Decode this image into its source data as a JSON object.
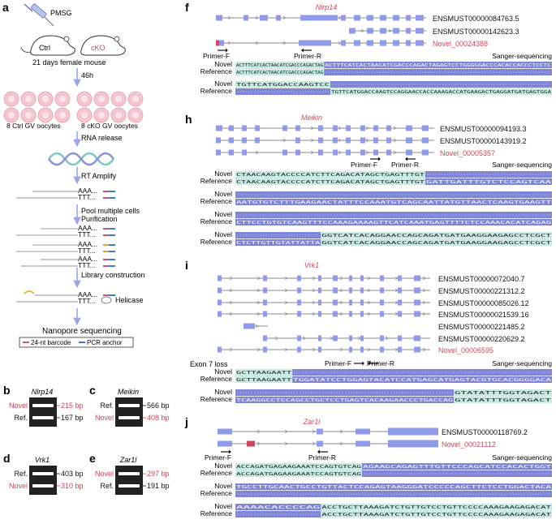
{
  "panel_a": {
    "letter": "a",
    "pmsg": "PMSG",
    "ctrl": "Ctrl",
    "cko": "cKO",
    "mouse_caption": "21 days female mouse",
    "time": "46h",
    "ctrl_oocytes": "8 Ctrl GV oocytes",
    "cko_oocytes": "8 cKO GV oocytes",
    "rna_release": "RNA release",
    "rt_amplify": "RT Amplify",
    "aaa": "AAA...",
    "ttt": "TTT...",
    "pool_1": "Pool multiple cells",
    "pool_2": "Purification",
    "library": "Library construction",
    "helicase": "Helicase",
    "nanopore": "Nanopore sequencing",
    "legend_barcode": "24-nt barcode",
    "legend_anchor": "PCR anchor",
    "colors": {
      "barcode": "#d9507a",
      "anchor": "#3a7bd5",
      "arrow": "#9aa6e8",
      "oocyte": "#f3b8c4"
    }
  },
  "gels": [
    {
      "letter": "b",
      "gene": "Nlrp14",
      "top_label": "Novel",
      "top_size": "215 bp",
      "bottom_label": "Ref.",
      "bottom_size": "167 bp",
      "top_is_novel": true
    },
    {
      "letter": "c",
      "gene": "Meikin",
      "top_label": "Ref.",
      "top_size": "566 bp",
      "bottom_label": "Novel",
      "bottom_size": "408 bp",
      "top_is_novel": false
    },
    {
      "letter": "d",
      "gene": "Vrk1",
      "top_label": "Ref.",
      "top_size": "403 bp",
      "bottom_label": "Novel",
      "bottom_size": "310 bp",
      "top_is_novel": false
    },
    {
      "letter": "e",
      "gene": "Zar1l",
      "top_label": "Novel",
      "top_size": "297 bp",
      "bottom_label": "Ref.",
      "bottom_size": "191 bp",
      "top_is_novel": true
    }
  ],
  "panel_f": {
    "letter": "f",
    "gene": "Nlrp14",
    "transcripts": [
      "ENSMUST00000084763.5",
      "ENSMUST00000142623.3",
      "Novel_00024388"
    ],
    "primer_f": "Primer-F",
    "primer_r": "Primer-R",
    "sanger": "Sanger-sequencing",
    "novel": "Novel",
    "reference": "Reference",
    "seq1_novel": "ACTTTCATCACTAACATCGACCCAGACTAGAGTCCTGGGGGACCCACACCACCCTCCTC",
    "seq1_ref": "ACTTTCATCACTAACATCGACCCAGACTAG",
    "seq2_novel": "TGTTCATGGACCAAGTCC",
    "seq2_ref": "TGTTCATGGACCAAGTCCAGGAACCACCAAAGACCATGAAGACTGAGGATGATGAGTGGA"
  },
  "panel_h": {
    "letter": "h",
    "gene": "Meikin",
    "transcripts": [
      "ENSMUST00000094193.3",
      "ENSMUST00000143919.2",
      "Novel_00005357"
    ],
    "primer_f": "Primer-F",
    "primer_r": "Primer-R",
    "sanger": "Sanger-sequencing",
    "novel": "Novel",
    "reference": "Reference",
    "seq1": "CTAACAAGTACCCCATCTTCAGACATAGCTGAGTTTGT",
    "seq1_ref_tail": "GATTGATTTGTCTCCAGTCAA",
    "seq2": "AATGTGTCTTTGAAGAACTATTTCCAAATGTCAGCAATTATGTTAACTCAAGTGAAGTT",
    "seq3": "CTTCCTGTGTCAAGTTTCCAAAGAAAAGTTCATCAAATGAGTTTTCTCCAAACACATCAGAG",
    "seq4_ref_head": "CTCTTGTTGTATTATTA",
    "seq4": "GGTCATCACAGGAACCAGCAGATGATGAAGGAAGAGCCTCGCT"
  },
  "panel_i": {
    "letter": "i",
    "gene": "Vrk1",
    "transcripts": [
      "ENSMUST00000072040.7",
      "ENSMUST00000221312.2",
      "ENSMUST00000085026.12",
      "ENSMUST00000021539.16",
      "ENSMUST00000221485.2",
      "ENSMUST00000220629.2",
      "Novel_00006595"
    ],
    "exon_loss": "Exon 7 loss",
    "primer_f": "Primer-F",
    "primer_r": "Primer-R",
    "sanger": "Sanger-sequencing",
    "novel": "Novel",
    "reference": "Reference",
    "seq1": "GCTTAAGAATT",
    "seq1_ref_tail": "TGGATATCCTGGAGTACATCCATGAGCATGAGTACGTGCACGGGGACA",
    "seq2_ref_head": "TCAAGGCCTCCAGCCTGCTCCTGAGTCACAAGAACCCTGACCAG",
    "seq2": "GTATATTTGGTAGACT"
  },
  "panel_j": {
    "letter": "j",
    "gene": "Zar1l",
    "transcripts": [
      "ENSMUST00000118769.2",
      "Novel_00021112"
    ],
    "primer_f": "Primer-F",
    "primer_r": "Primer-R",
    "sanger": "Sanger-sequencing",
    "novel": "Novel",
    "reference": "Reference",
    "seq1": "ACCAGATGAGAAGAAATCCAGTGTCAG",
    "seq1_tail": "AGAAGCAGAGTTTGTTCCCAGCATCCACACTGGT",
    "seq2": "TGCCTTGCAACTGCCTGTTACTCCAGAGTAAGGGATCCCCCAGCTTCTCCTGGACTACA",
    "seq3_novel_head": "AAAACACCCCAG",
    "seq3": "ACCTGCTTAAAGATCTGTTGTCCTGTTCCCCAAAGAAGAGACAT"
  },
  "colors": {
    "exon": "#8f9be8",
    "novel_red": "#d2465c",
    "seq_bar": "#7f86d8",
    "seq_bg": "#c6ebe3",
    "accent_red": "#c8485a"
  }
}
